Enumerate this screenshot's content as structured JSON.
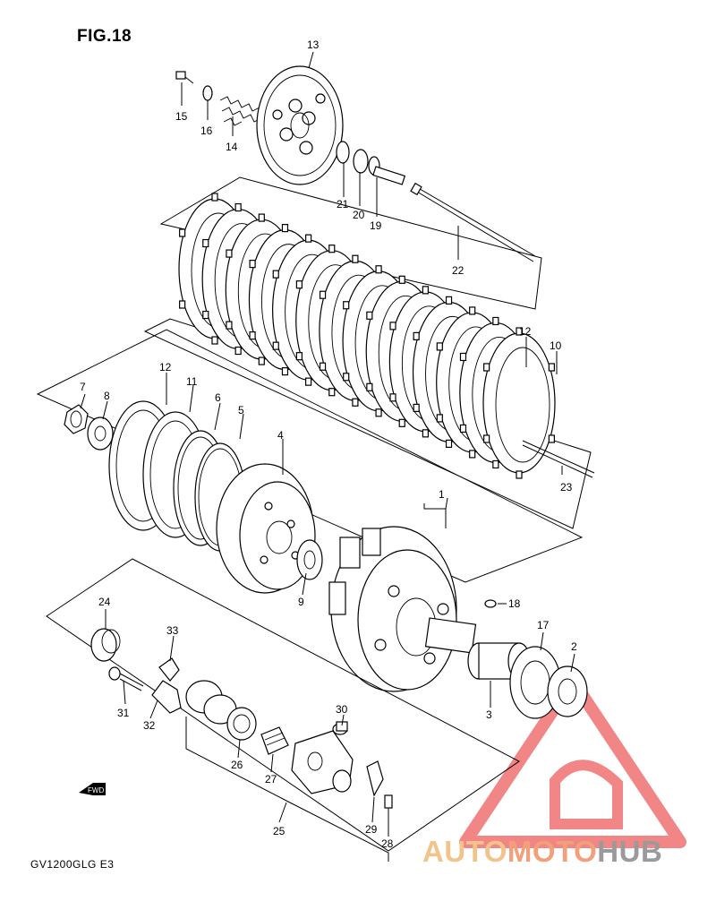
{
  "figure": {
    "title": "FIG.18",
    "model_code": "GV1200GLG  E3",
    "fwd_label": "FWD"
  },
  "watermark": {
    "part1": "AUTO",
    "part2": "MOTO",
    "part3": "HUB",
    "color_auto": "#f2c48c",
    "color_moto": "#f2a07a",
    "color_hub": "#9a9a9a",
    "triangle_color": "#f07070"
  },
  "callouts": {
    "c1": "1",
    "c2": "2",
    "c3": "3",
    "c4": "4",
    "c5": "5",
    "c6": "6",
    "c7": "7",
    "c8": "8",
    "c9": "9",
    "c10": "10",
    "c11": "11",
    "c12a": "12",
    "c12b": "12",
    "c13": "13",
    "c14": "14",
    "c15": "15",
    "c16": "16",
    "c17": "17",
    "c18": "18",
    "c19": "19",
    "c20": "20",
    "c21": "21",
    "c22": "22",
    "c23": "23",
    "c24": "24",
    "c25": "25",
    "c26": "26",
    "c27": "27",
    "c28": "28",
    "c29": "29",
    "c30": "30",
    "c31": "31",
    "c32": "32",
    "c33": "33"
  }
}
